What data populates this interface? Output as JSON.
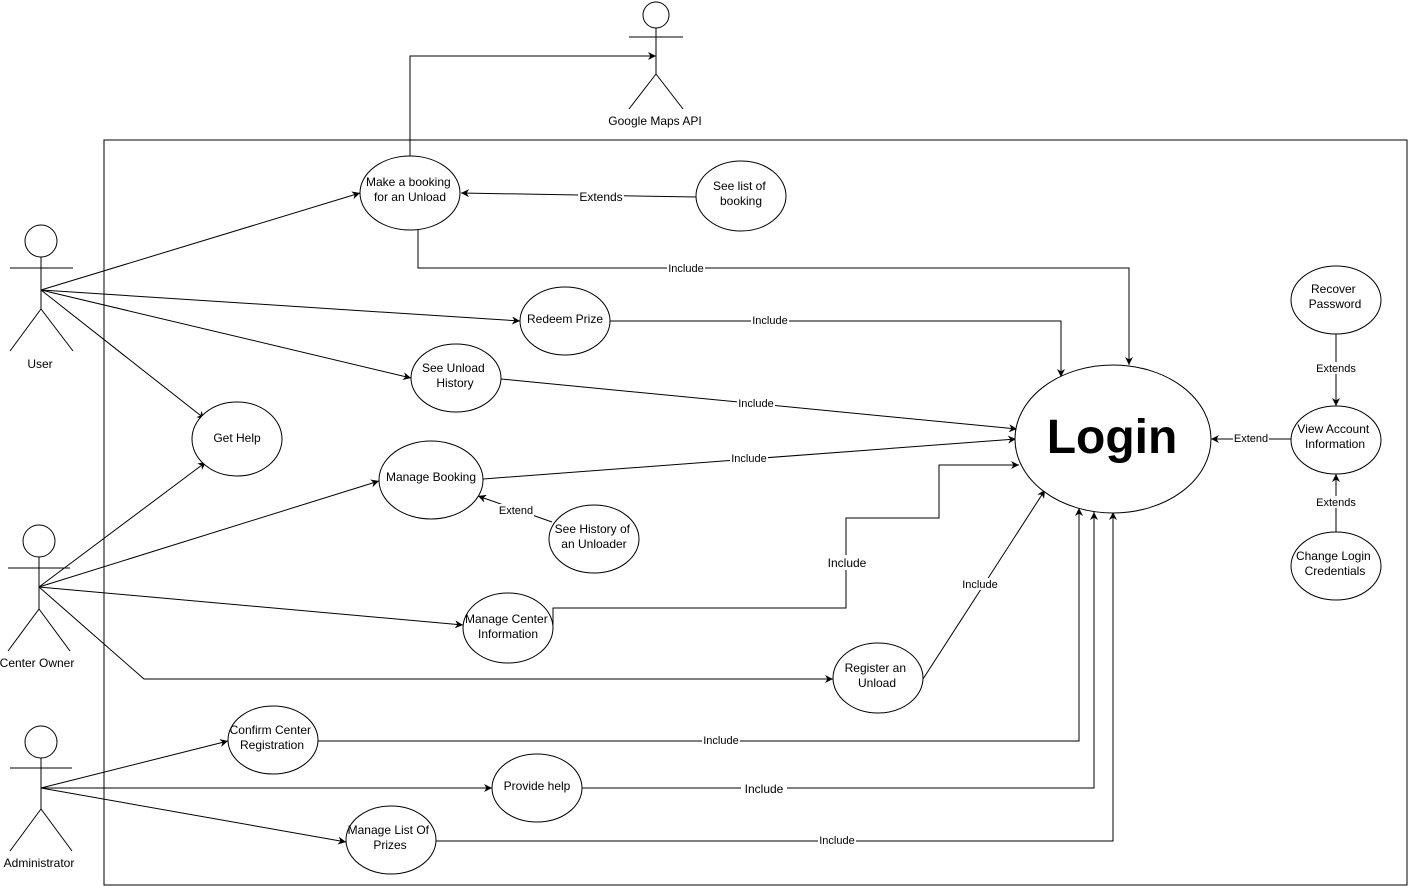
{
  "actors": {
    "google_maps_api": "Google Maps API",
    "user": "User",
    "center_owner": "Center Owner",
    "administrator": "Administrator"
  },
  "use_cases": {
    "make_booking": [
      "Make a booking",
      "for an Unload"
    ],
    "see_list_booking": [
      "See list of",
      "booking"
    ],
    "redeem_prize": [
      "Redeem Prize"
    ],
    "see_unload_history": [
      "See Unload",
      "History"
    ],
    "get_help": [
      "Get Help"
    ],
    "manage_booking": [
      "Manage Booking"
    ],
    "see_history_unloader": [
      "See History of",
      "an Unloader"
    ],
    "manage_center_info": [
      "Manage Center",
      "Information"
    ],
    "register_unload": [
      "Register an",
      "Unload"
    ],
    "confirm_center_reg": [
      "Confirm Center",
      "Registration"
    ],
    "provide_help": [
      "Provide help"
    ],
    "manage_prizes": [
      "Manage List Of",
      "Prizes"
    ],
    "login": "Login",
    "recover_password": [
      "Recover",
      "Password"
    ],
    "view_account_info": [
      "View Account",
      "Information"
    ],
    "change_login": [
      "Change Login",
      "Credentials"
    ]
  },
  "edge_labels": {
    "extends_see_list": "Extends",
    "include_make_booking": "Include",
    "include_redeem": "Include",
    "include_history": "Include",
    "include_manage_booking": "Include",
    "extend_history_unloader": "Extend",
    "include_manage_center": "Include",
    "include_register": "Include",
    "include_confirm": "Include",
    "include_provide_help": "Include",
    "include_manage_prizes": "Include",
    "extend_view_account": "Extend",
    "extends_recover": "Extends",
    "extends_change_login": "Extends"
  }
}
